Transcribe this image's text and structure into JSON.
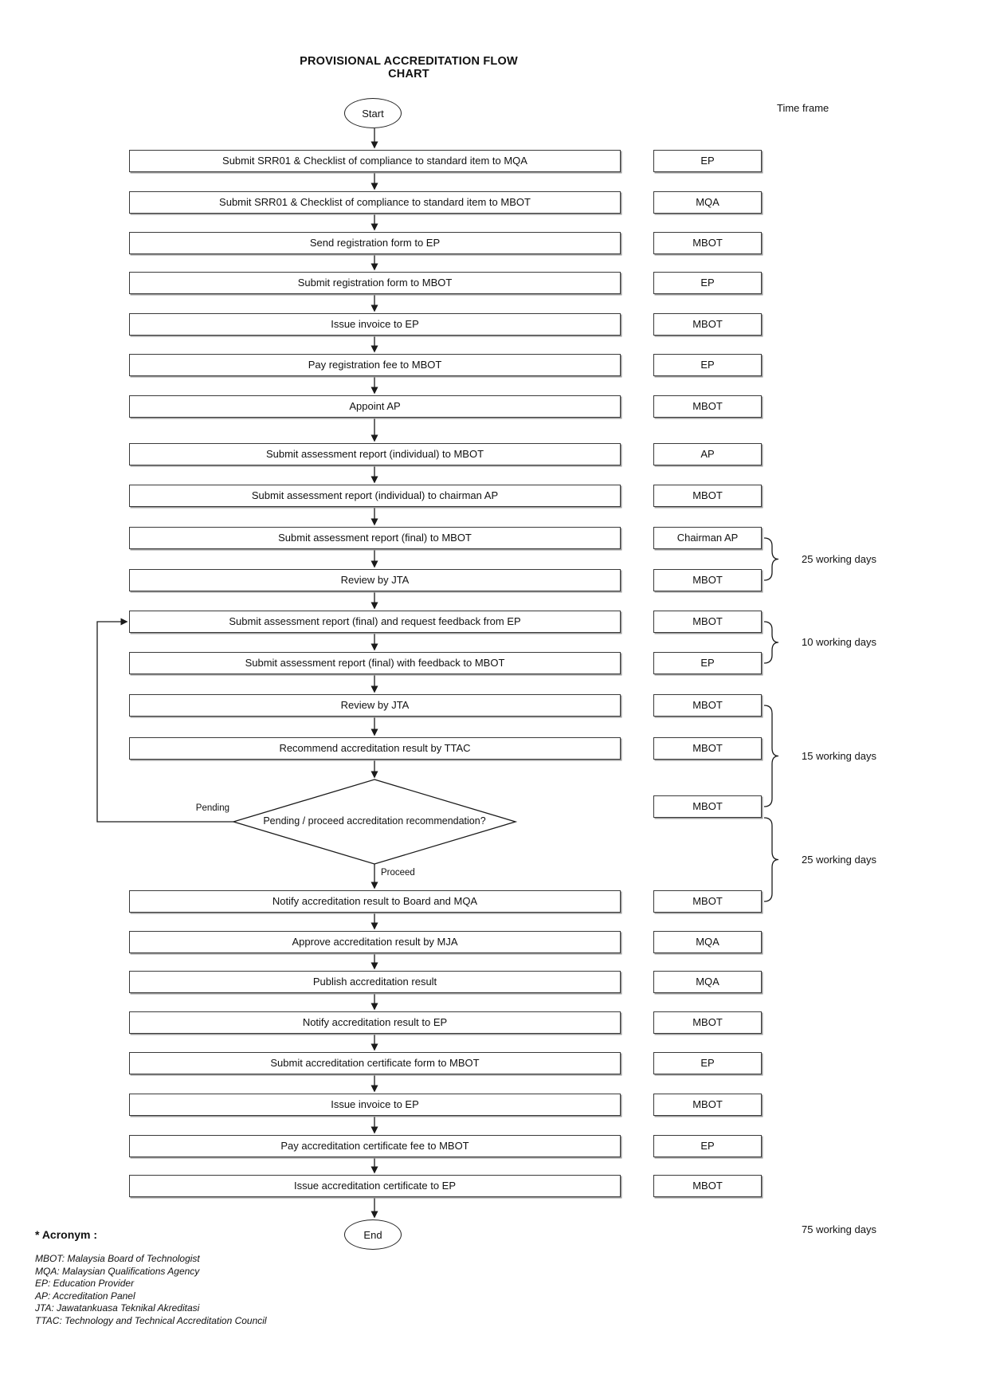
{
  "title": "PROVISIONAL ACCREDITATION FLOW CHART",
  "timeframe_header": "Time frame",
  "start_label": "Start",
  "end_label": "End",
  "ink_color": "#1a1a1a",
  "flow": [
    {
      "type": "process",
      "label": "Submit SRR01 & Checklist of compliance to standard item to MQA",
      "actor": "EP"
    },
    {
      "type": "process",
      "label": "Submit SRR01 & Checklist of compliance to standard item to MBOT",
      "actor": "MQA"
    },
    {
      "type": "process",
      "label": "Send registration form to EP",
      "actor": "MBOT"
    },
    {
      "type": "process",
      "label": "Submit registration form to MBOT",
      "actor": "EP"
    },
    {
      "type": "process",
      "label": "Issue invoice to EP",
      "actor": "MBOT"
    },
    {
      "type": "process",
      "label": "Pay registration fee to MBOT",
      "actor": "EP"
    },
    {
      "type": "process",
      "label": "Appoint AP",
      "actor": "MBOT"
    },
    {
      "type": "process",
      "label": "Submit assessment report (individual) to MBOT",
      "actor": "AP"
    },
    {
      "type": "process",
      "label": "Submit assessment report (individual) to chairman AP",
      "actor": "MBOT"
    },
    {
      "type": "process",
      "label": "Submit assessment report (final) to MBOT",
      "actor": "Chairman AP"
    },
    {
      "type": "process",
      "label": "Review by JTA",
      "actor": "MBOT"
    },
    {
      "type": "process",
      "label": "Submit assessment report (final) and request feedback from EP",
      "actor": "MBOT"
    },
    {
      "type": "process",
      "label": "Submit assessment report (final) with feedback to MBOT",
      "actor": "EP"
    },
    {
      "type": "process",
      "label": "Review by JTA",
      "actor": "MBOT"
    },
    {
      "type": "process",
      "label": "Recommend accreditation result by TTAC",
      "actor": "MBOT"
    },
    {
      "type": "decision",
      "label": "Pending / proceed accreditation recommendation?",
      "actor": "MBOT",
      "pending_label": "Pending",
      "proceed_label": "Proceed"
    },
    {
      "type": "process",
      "label": "Notify accreditation result to Board and MQA",
      "actor": "MBOT"
    },
    {
      "type": "process",
      "label": "Approve accreditation result by MJA",
      "actor": "MQA"
    },
    {
      "type": "process",
      "label": "Publish accreditation result",
      "actor": "MQA"
    },
    {
      "type": "process",
      "label": "Notify accreditation result to EP",
      "actor": "MBOT"
    },
    {
      "type": "process",
      "label": "Submit accreditation certificate form to MBOT",
      "actor": "EP"
    },
    {
      "type": "process",
      "label": "Issue invoice to EP",
      "actor": "MBOT"
    },
    {
      "type": "process",
      "label": "Pay accreditation certificate fee to MBOT",
      "actor": "EP"
    },
    {
      "type": "process",
      "label": "Issue accreditation certificate to EP",
      "actor": "MBOT"
    }
  ],
  "timeframes": [
    {
      "text": "25 working days",
      "spans_steps": [
        10,
        11
      ]
    },
    {
      "text": "10 working days",
      "spans_steps": [
        12,
        13
      ]
    },
    {
      "text": "15 working days",
      "spans_steps": [
        14,
        16
      ]
    },
    {
      "text": "25 working days",
      "spans_steps": [
        16,
        17
      ]
    },
    {
      "text": "75 working days",
      "spans_steps": "total"
    }
  ],
  "acronym": {
    "heading": "* Acronym :",
    "items": [
      "MBOT: Malaysia Board of Technologist",
      "MQA: Malaysian Qualifications Agency",
      "EP: Education Provider",
      "AP: Accreditation Panel",
      "JTA: Jawatankuasa Teknikal Akreditasi",
      "TTAC: Technology and Technical Accreditation Council"
    ]
  }
}
